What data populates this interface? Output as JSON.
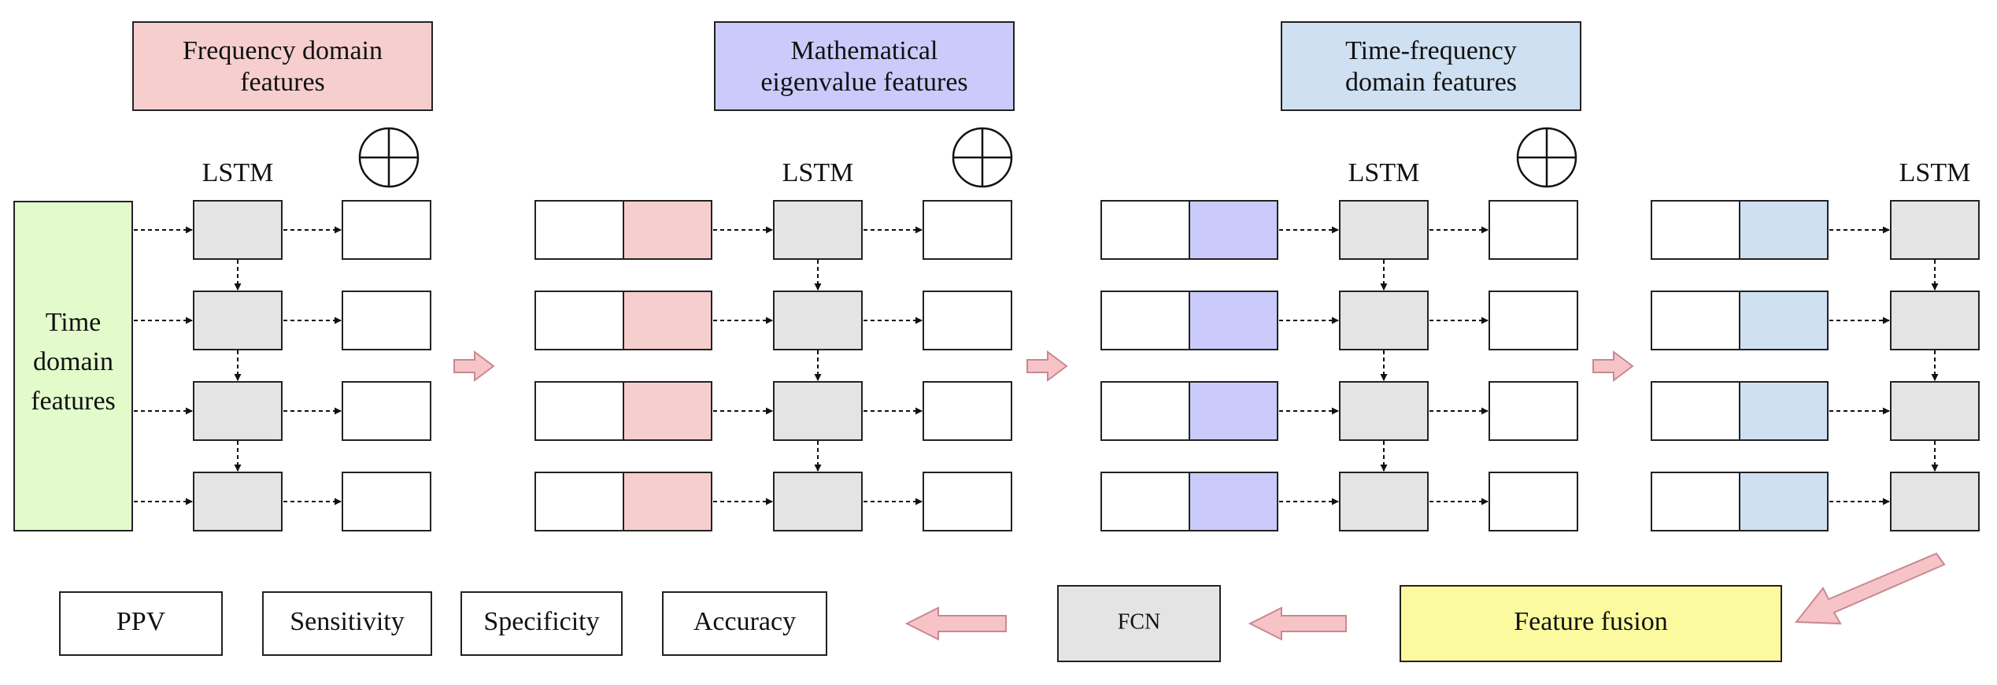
{
  "stages": [
    {
      "title_lines": [
        "Frequency domain",
        "features"
      ],
      "lstm_label": "LSTM"
    },
    {
      "title_lines": [
        "Mathematical",
        "eigenvalue features"
      ],
      "lstm_label": "LSTM"
    },
    {
      "title_lines": [
        "Time-frequency",
        "domain features"
      ],
      "lstm_label": "LSTM"
    },
    {
      "lstm_label": "LSTM"
    }
  ],
  "time_domain_lines": [
    "Time",
    "domain",
    "features"
  ],
  "fcn_label": "FCN",
  "fusion_label": "Feature fusion",
  "metrics": [
    "PPV",
    "Sensitivity",
    "Specificity",
    "Accuracy"
  ],
  "colors": {
    "frequency": "#f6cece",
    "eigen": "#cacbfb",
    "timefreq": "#cfe0f2",
    "time_domain": "#e3fbcb",
    "lstm_cell": "#e4e4e4",
    "fusion": "#fcfa9e",
    "arrow": "#f6c4c6"
  },
  "icons": {
    "combine": "circle-plus-icon",
    "flow": "right-arrow-icon"
  }
}
